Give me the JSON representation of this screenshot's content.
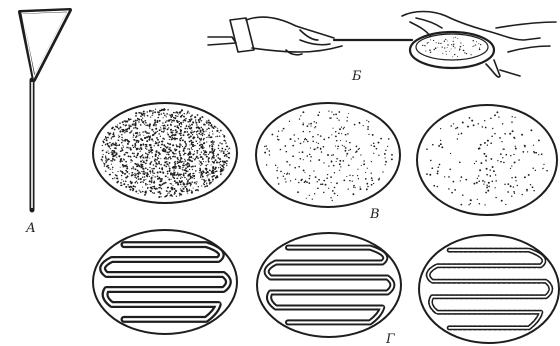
{
  "figure": {
    "labels": {
      "a": "А",
      "b": "Б",
      "c": "В",
      "d": "Г"
    }
  },
  "colors": {
    "ink": "#1e1e1e",
    "paper": "#ffffff"
  }
}
